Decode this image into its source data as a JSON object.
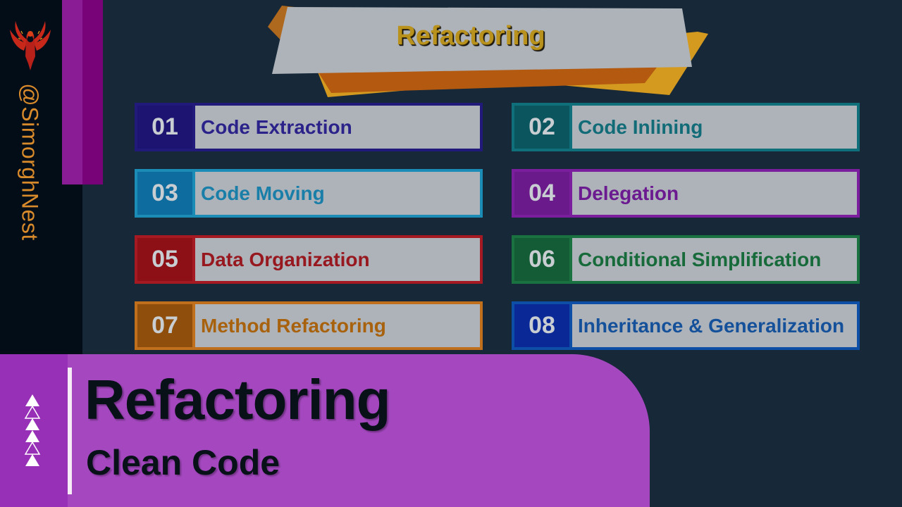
{
  "sidebar": {
    "handle": "@SimorghNest",
    "logo_icon": "phoenix-logo"
  },
  "banner": {
    "title": "Refactoring"
  },
  "topics": [
    {
      "number": "01",
      "label": "Code Extraction",
      "border": "#221a7a",
      "num_bg": "#1c1470",
      "text_color": "#2c238a"
    },
    {
      "number": "02",
      "label": "Code Inlining",
      "border": "#0f6f7a",
      "num_bg": "#0b555e",
      "text_color": "#126c78"
    },
    {
      "number": "03",
      "label": "Code Moving",
      "border": "#1a8cb6",
      "num_bg": "#0f6c9e",
      "text_color": "#1a7fa8"
    },
    {
      "number": "04",
      "label": "Delegation",
      "border": "#7b1e9e",
      "num_bg": "#6a1a8a",
      "text_color": "#6b1a90"
    },
    {
      "number": "05",
      "label": "Data Organization",
      "border": "#a51a22",
      "num_bg": "#8c1016",
      "text_color": "#981820"
    },
    {
      "number": "06",
      "label": "Conditional Simplification",
      "border": "#1a7240",
      "num_bg": "#145c36",
      "text_color": "#176a3a"
    },
    {
      "number": "07",
      "label": "Method Refactoring",
      "border": "#c0701c",
      "num_bg": "#8f4e0c",
      "text_color": "#a8620e"
    },
    {
      "number": "08",
      "label": "Inheritance & Generalization",
      "border": "#0d4fa6",
      "num_bg": "#0a2896",
      "text_color": "#15519a"
    }
  ],
  "footer": {
    "title": "Refactoring",
    "subtitle": "Clean Code",
    "arrow_pattern": [
      "filled",
      "outline",
      "filled",
      "filled",
      "outline",
      "filled"
    ]
  },
  "colors": {
    "background": "#172838",
    "accent_purple": "#a548c0",
    "banner_gold": "#b8921c",
    "handle_orange": "#d98a2a"
  }
}
